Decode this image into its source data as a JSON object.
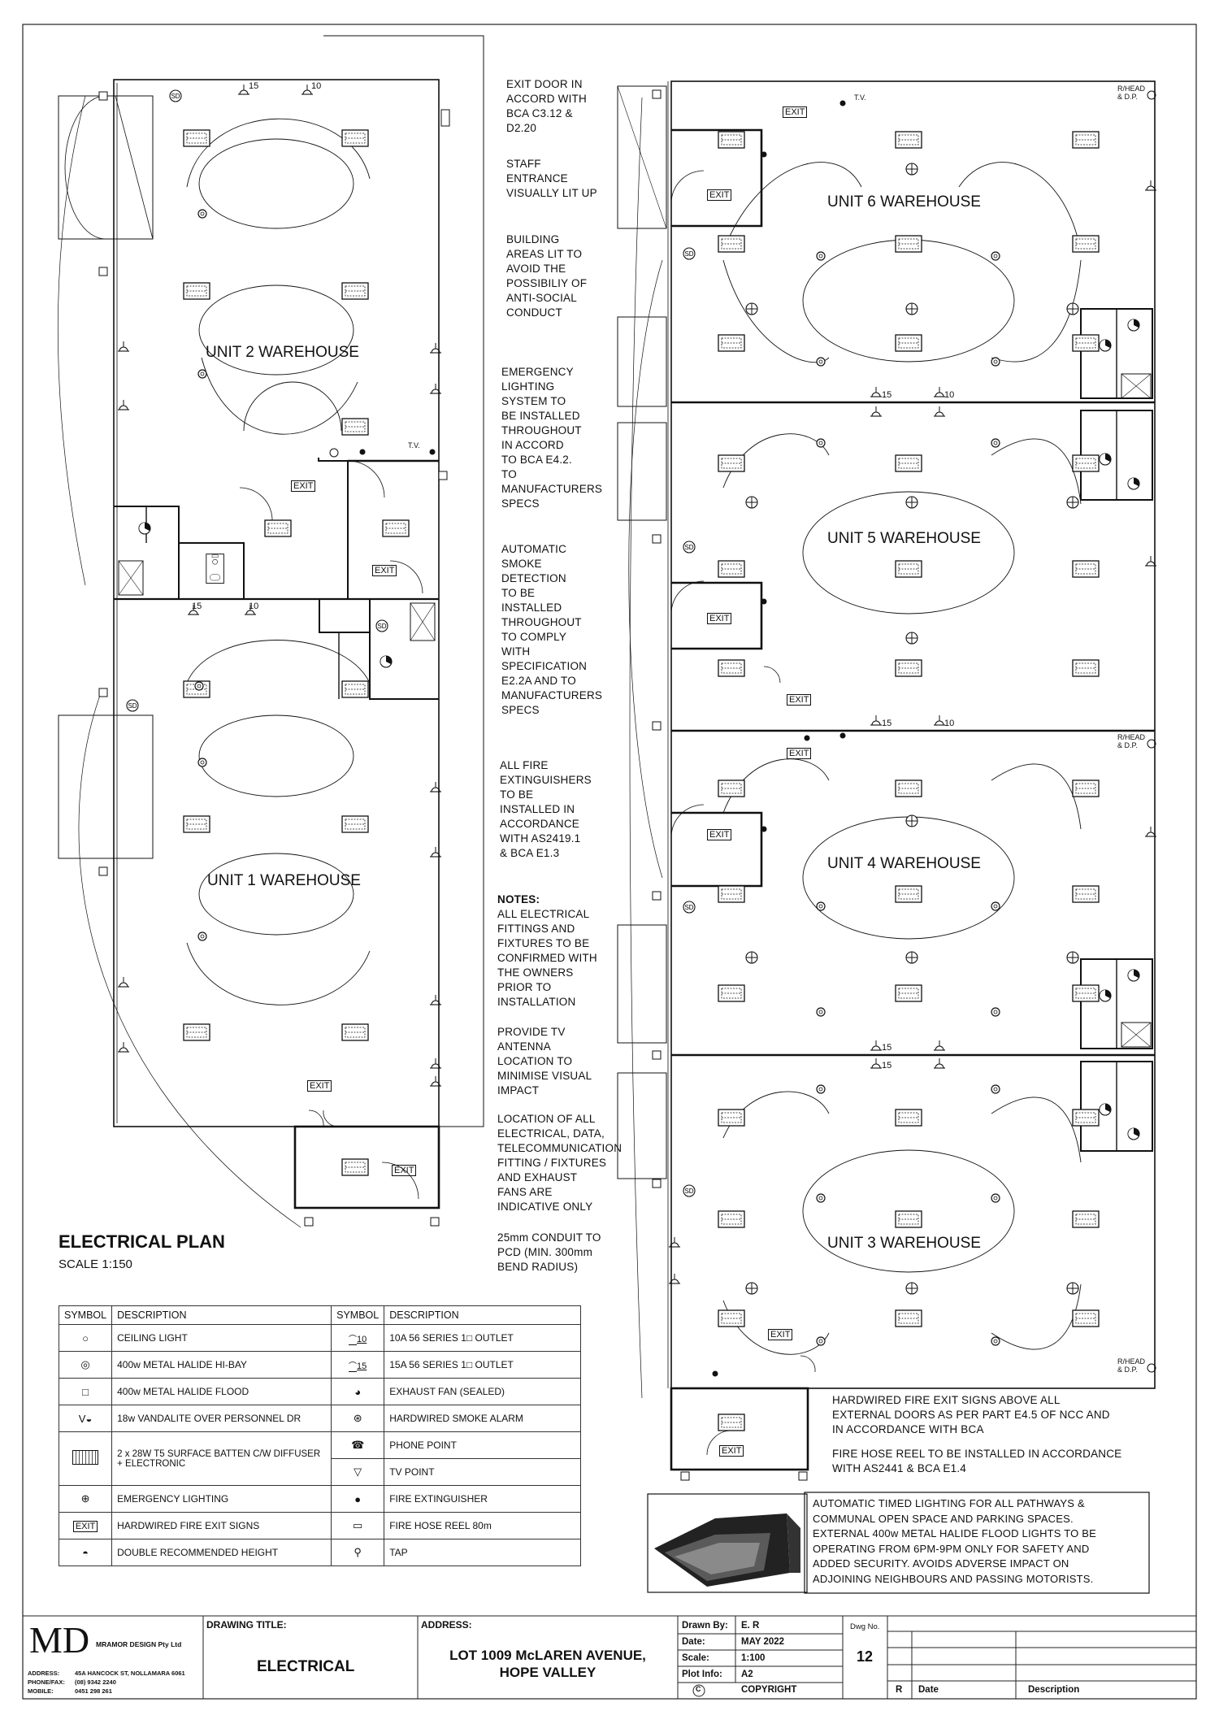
{
  "units": {
    "unit1": "UNIT 1 WAREHOUSE",
    "unit2": "UNIT 2 WAREHOUSE",
    "unit3": "UNIT 3 WAREHOUSE",
    "unit4": "UNIT 4 WAREHOUSE",
    "unit5": "UNIT 5 WAREHOUSE",
    "unit6": "UNIT 6 WAREHOUSE"
  },
  "plan_labels": {
    "exit": "EXIT",
    "outlet15": "15",
    "outlet10": "10",
    "rhead": "R/HEAD",
    "dp": "& D.P.",
    "tv": "T.V."
  },
  "notes": [
    [
      "EXIT DOOR IN",
      "ACCORD WITH",
      "BCA C3.12 &",
      "D2.20"
    ],
    [
      "STAFF",
      "ENTRANCE",
      "VISUALLY LIT UP"
    ],
    [
      "BUILDING",
      "AREAS LIT TO",
      "AVOID THE",
      "POSSIBILIY OF",
      "ANTI-SOCIAL",
      "CONDUCT"
    ],
    [
      "EMERGENCY",
      "LIGHTING",
      "SYSTEM TO",
      "BE INSTALLED",
      "THROUGHOUT",
      "IN ACCORD",
      "TO BCA E4.2.",
      "TO",
      "MANUFACTURERS",
      "SPECS"
    ],
    [
      "AUTOMATIC",
      "SMOKE",
      "DETECTION",
      "TO BE",
      "INSTALLED",
      "THROUGHOUT",
      "TO COMPLY",
      "WITH",
      "SPECIFICATION",
      "E2.2A AND TO",
      "MANUFACTURERS",
      "SPECS"
    ],
    [
      "ALL FIRE",
      "EXTINGUISHERS",
      "TO BE",
      "INSTALLED IN",
      "ACCORDANCE",
      "WITH AS2419.1",
      "& BCA E1.3"
    ]
  ],
  "notes_heading": "NOTES:",
  "notes_general": [
    [
      "ALL ELECTRICAL",
      "FITTINGS AND",
      "FIXTURES TO BE",
      "CONFIRMED WITH",
      "THE OWNERS",
      "PRIOR TO",
      "INSTALLATION"
    ],
    [
      "PROVIDE TV",
      "ANTENNA",
      "LOCATION TO",
      "MINIMISE VISUAL",
      "IMPACT"
    ],
    [
      "LOCATION OF ALL",
      "ELECTRICAL, DATA,",
      "TELECOMMUNICATION",
      "FITTING / FIXTURES",
      "AND EXHAUST",
      "FANS ARE",
      "INDICATIVE ONLY"
    ],
    [
      "25mm CONDUIT TO",
      "PCD (MIN. 300mm",
      "BEND RADIUS)"
    ]
  ],
  "plan_title": "ELECTRICAL PLAN",
  "plan_scale": "SCALE 1:150",
  "right_notes": {
    "exit_signs": [
      "HARDWIRED FIRE EXIT SIGNS ABOVE ALL",
      "EXTERNAL DOORS AS PER PART E4.5 OF NCC AND",
      "IN ACCORDANCE WITH BCA"
    ],
    "hose_reel": [
      "FIRE HOSE REEL TO BE INSTALLED IN ACCORDANCE",
      "WITH AS2441 & BCA E1.4"
    ],
    "timed_lighting": [
      "AUTOMATIC TIMED LIGHTING FOR ALL PATHWAYS &",
      "COMMUNAL OPEN SPACE AND PARKING SPACES.",
      "EXTERNAL 400w METAL HALIDE FLOOD LIGHTS TO BE",
      "OPERATING FROM 6PM-9PM ONLY FOR SAFETY AND",
      "ADDED SECURITY. AVOIDS ADVERSE IMPACT ON",
      "ADJOINING NEIGHBOURS AND PASSING MOTORISTS."
    ]
  },
  "legend": {
    "header": {
      "symbol": "SYMBOL",
      "description": "DESCRIPTION"
    },
    "left": [
      {
        "icon": "ceiling-light",
        "desc": "CEILING LIGHT"
      },
      {
        "icon": "hi-bay",
        "desc": "400w METAL HALIDE HI-BAY"
      },
      {
        "icon": "flood",
        "desc": "400w METAL HALIDE FLOOD"
      },
      {
        "icon": "vandalite",
        "desc": "18w VANDALITE  OVER PERSONNEL DR"
      },
      {
        "icon": "batten",
        "desc": "2 x 28W T5 SURFACE BATTEN C/W DIFFUSER + ELECTRONIC"
      },
      {
        "icon": "emergency",
        "desc": "EMERGENCY LIGHTING"
      },
      {
        "icon": "exit-sign",
        "desc": "HARDWIRED FIRE EXIT SIGNS"
      },
      {
        "icon": "double-height",
        "desc": "DOUBLE RECOMMENDED HEIGHT"
      }
    ],
    "right": [
      {
        "icon": "outlet-10",
        "label": "10",
        "desc": "10A 56 SERIES 1□ OUTLET"
      },
      {
        "icon": "outlet-15",
        "label": "15",
        "desc": "15A 56 SERIES 1□ OUTLET"
      },
      {
        "icon": "exhaust-fan",
        "desc": "EXHAUST FAN (SEALED)"
      },
      {
        "icon": "smoke-alarm",
        "desc": "HARDWIRED SMOKE ALARM"
      },
      {
        "icon": "phone",
        "desc": "PHONE POINT"
      },
      {
        "icon": "tv",
        "desc": "TV POINT"
      },
      {
        "icon": "extinguisher",
        "desc": "FIRE EXTINGUISHER"
      },
      {
        "icon": "hose-reel",
        "desc": "FIRE HOSE REEL 80m"
      },
      {
        "icon": "tap",
        "desc": "TAP"
      }
    ]
  },
  "title_block": {
    "logo": "MD",
    "company": "MRAMOR DESIGN Pty Ltd",
    "address_label": "ADDRESS:",
    "address_value": "45A HANCOCK ST, NOLLAMARA 6061",
    "phone_label": "PHONE/FAX:",
    "phone_value": "(08) 9342 2240",
    "mobile_label": "MOBILE:",
    "mobile_value": "0451 298 261",
    "drawing_title_label": "DRAWING TITLE:",
    "drawing_title": "ELECTRICAL",
    "site_address_label": "ADDRESS:",
    "site_address_1": "LOT 1009 McLAREN AVENUE,",
    "site_address_2": "HOPE VALLEY",
    "drawn_by_label": "Drawn By:",
    "drawn_by": "E. R",
    "date_label": "Date:",
    "date": "MAY 2022",
    "scale_label": "Scale:",
    "scale": "1:100",
    "plot_label": "Plot Info:",
    "plot": "A2",
    "copyright_symbol": "C",
    "copyright": "COPYRIGHT",
    "dwg_label": "Dwg No.",
    "dwg_no": "12",
    "rev_r": "R",
    "rev_date": "Date",
    "rev_desc": "Description"
  }
}
